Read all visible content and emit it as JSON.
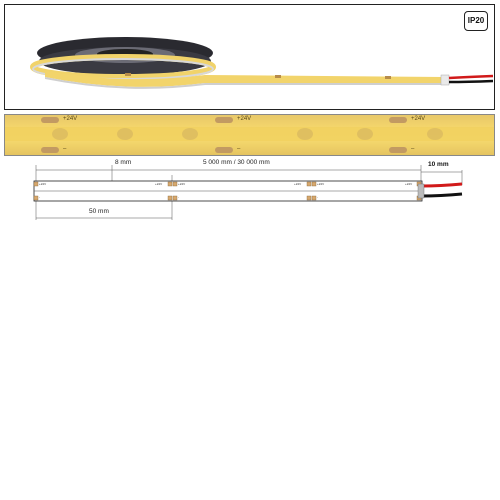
{
  "photo": {
    "badge": "IP20"
  },
  "closeup": {
    "labels_plus": [
      "+24V",
      "+24V",
      "+24V"
    ],
    "labels_minus": [
      "–",
      "–",
      "–"
    ]
  },
  "dimensions": {
    "cut_spacing": "8 mm",
    "length": "5 000 mm / 30 000 mm",
    "cable": "10 mm",
    "pad_section": "50 mm"
  },
  "drawing": {
    "pad_plus": "+24V",
    "pad_minus": "-",
    "pad_plus_labels": [
      "+24V",
      "+24V",
      "+24V",
      "+24V",
      "+24V",
      "+24V"
    ]
  },
  "colors": {
    "strip_yellow": "#f4d66c",
    "wire_red": "#d11a1a",
    "wire_black": "#111111"
  }
}
